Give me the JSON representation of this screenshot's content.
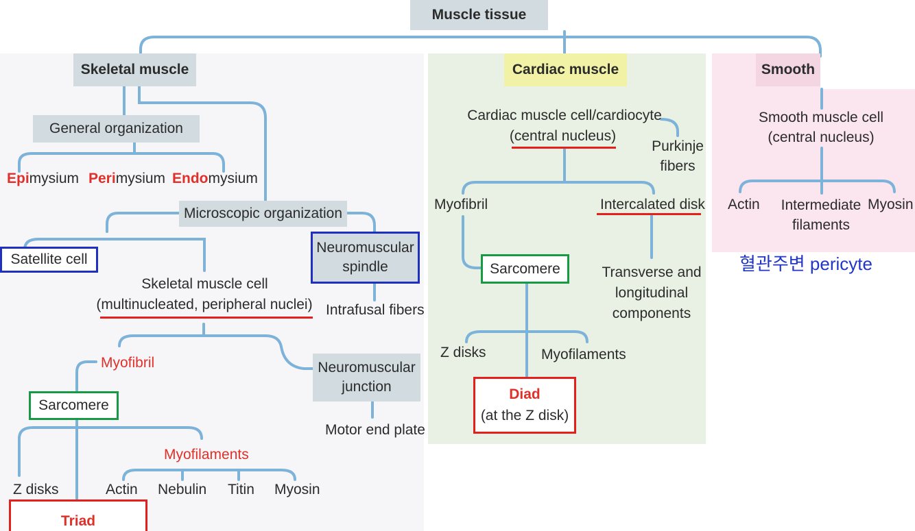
{
  "root": {
    "label": "Muscle tissue"
  },
  "skeletal": {
    "header": "Skeletal muscle",
    "general_org": "General organization",
    "epi_prefix": "Epi",
    "epi_suffix": "mysium",
    "peri_prefix": "Peri",
    "peri_suffix": "mysium",
    "endo_prefix": "Endo",
    "endo_suffix": "mysium",
    "microscopic_org": "Microscopic organization",
    "satellite_cell": "Satellite cell",
    "neuromuscular_spindle_1": "Neuromuscular",
    "neuromuscular_spindle_2": "spindle",
    "intrafusal_fibers": "Intrafusal fibers",
    "cell_line1": "Skeletal muscle cell",
    "cell_line2": "(multinucleated, peripheral nuclei)",
    "myofibril": "Myofibril",
    "sarcomere": "Sarcomere",
    "neuromuscular_junction_1": "Neuromuscular",
    "neuromuscular_junction_2": "junction",
    "motor_end_plate": "Motor end plate",
    "myofilaments": "Myofilaments",
    "z_disks": "Z disks",
    "actin": "Actin",
    "nebulin": "Nebulin",
    "titin": "Titin",
    "myosin": "Myosin",
    "triad": "Triad"
  },
  "cardiac": {
    "header": "Cardiac muscle",
    "cell_line1": "Cardiac muscle cell/cardiocyte",
    "cell_line2": "(central nucleus)",
    "purkinje_1": "Purkinje",
    "purkinje_2": "fibers",
    "myofibril": "Myofibril",
    "intercalated_disk": "Intercalated disk",
    "sarcomere": "Sarcomere",
    "transverse_1": "Transverse and",
    "transverse_2": "longitudinal",
    "transverse_3": "components",
    "z_disks": "Z disks",
    "myofilaments": "Myofilaments",
    "diad": "Diad",
    "diad_sub": "(at the Z disk)"
  },
  "smooth": {
    "header": "Smooth",
    "cell_line1": "Smooth muscle cell",
    "cell_line2": "(central nucleus)",
    "actin": "Actin",
    "intermediate_1": "Intermediate",
    "intermediate_2": "filaments",
    "myosin": "Myosin",
    "note": "혈관주변 pericyte"
  },
  "colors": {
    "connector": "#7db2d9",
    "header_gray": "#d1dbe0",
    "cardiac_panel": "#e9f1e4",
    "cardiac_header": "#f1f2a6",
    "smooth_panel": "#fbe6ef",
    "skeletal_panel": "#f6f6f9",
    "accent_red": "#e0302a",
    "box_blue": "#1f2fc0",
    "box_green": "#189a44",
    "box_red": "#e3201b",
    "note_blue": "#2136c4"
  }
}
